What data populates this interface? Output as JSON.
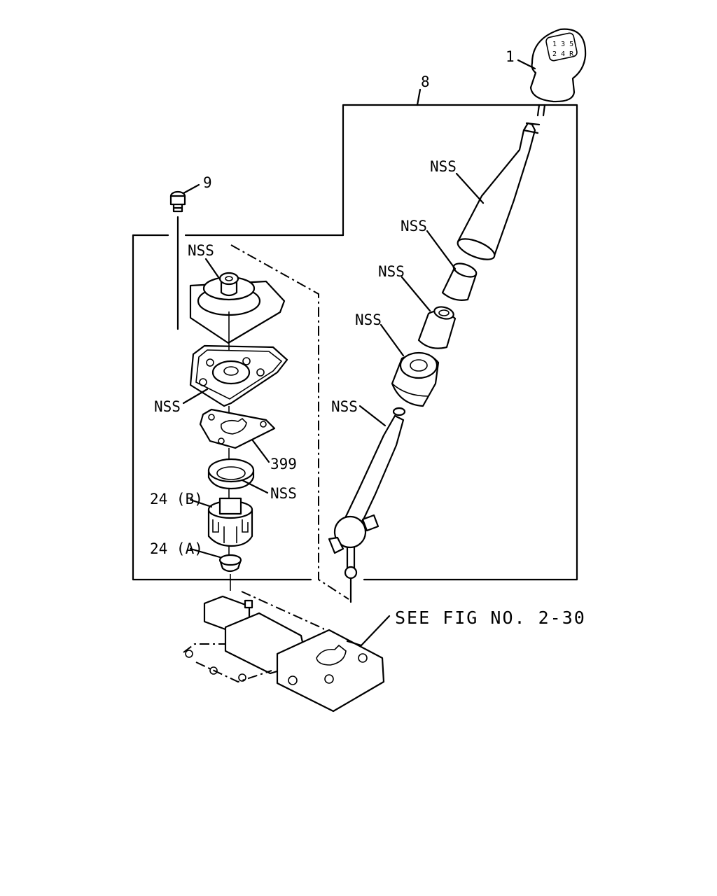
{
  "labels": {
    "knob": "1",
    "assembly": "8",
    "bolt": "9",
    "lever_upper": "NSS",
    "bushing_1": "NSS",
    "bushing_2": "NSS",
    "bushing_3": "NSS",
    "lever_lower": "NSS",
    "boot": "NSS",
    "gasket": "NSS",
    "plate": "399",
    "seal": "NSS",
    "part_24b": "24 (B)",
    "part_24a": "24 (A)"
  },
  "reference": "SEE FIG NO. 2-30",
  "knob_shift_pattern": [
    "1",
    "3",
    "5",
    "2",
    "4",
    "R"
  ]
}
